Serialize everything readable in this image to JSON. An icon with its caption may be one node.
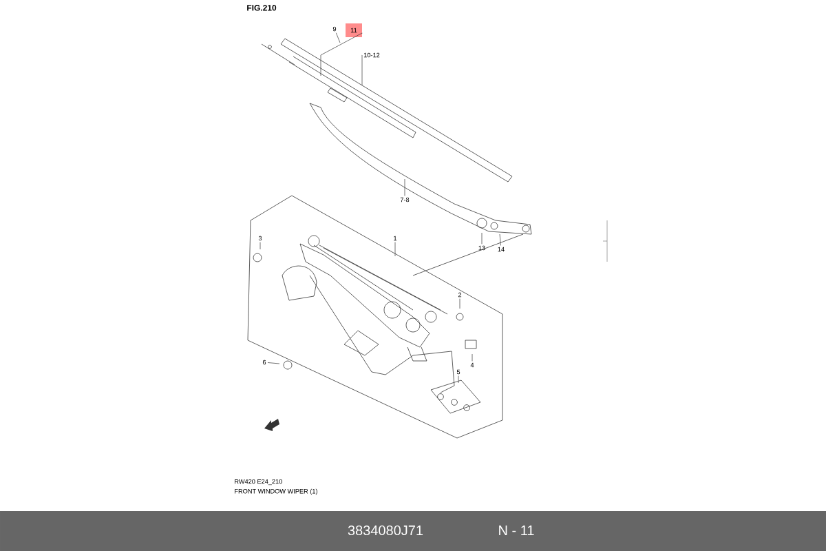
{
  "diagram": {
    "title": "FIG.210",
    "nodes": [
      {
        "text": [
          "9"
        ]
      },
      {
        "text": [
          "11"
        ]
      },
      {
        "text": [
          "10-12"
        ]
      },
      {
        "text": [
          "7-8"
        ]
      },
      {
        "text": [
          "1"
        ]
      },
      {
        "text": [
          "13"
        ]
      },
      {
        "text": [
          "14"
        ]
      },
      {
        "text": [
          "3"
        ]
      },
      {
        "text": [
          "2"
        ]
      },
      {
        "text": [
          "4"
        ]
      },
      {
        "text": [
          "5"
        ]
      },
      {
        "text": [
          "6"
        ]
      }
    ],
    "edges": [
      {
        "from": 0,
        "to": null,
        "arrow": "none"
      },
      {
        "from": 1,
        "to": null,
        "arrow": "none"
      },
      {
        "from": 2,
        "to": null,
        "arrow": "none"
      },
      {
        "from": 3,
        "to": null,
        "arrow": "none"
      },
      {
        "from": 4,
        "to": null,
        "arrow": "none"
      },
      {
        "from": 5,
        "to": null,
        "arrow": "none"
      },
      {
        "from": 6,
        "to": null,
        "arrow": "none"
      },
      {
        "from": 7,
        "to": null,
        "arrow": "none"
      },
      {
        "from": 8,
        "to": null,
        "arrow": "none"
      },
      {
        "from": 9,
        "to": null,
        "arrow": "none"
      },
      {
        "from": 10,
        "to": null,
        "arrow": "none"
      },
      {
        "from": 11,
        "to": null,
        "arrow": "none"
      }
    ],
    "labels": [
      "RW420 E24_210",
      "FRONT WINDOW WIPER (1)",
      "3834080J71",
      "N - 11"
    ]
  }
}
